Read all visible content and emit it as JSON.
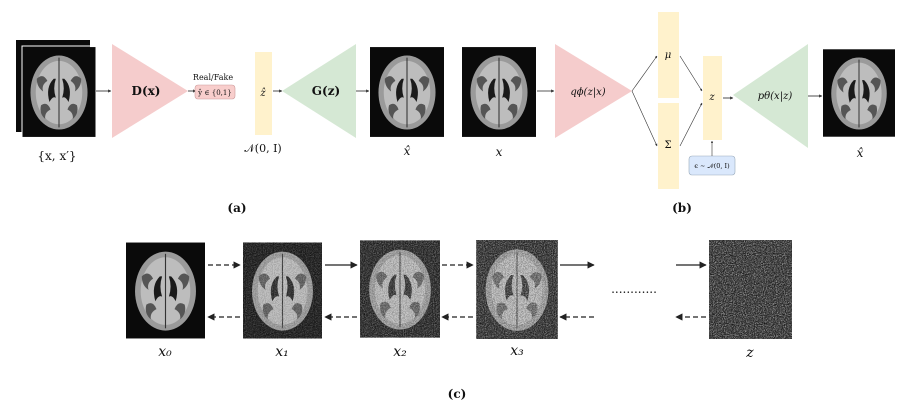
{
  "panel_a": {
    "input_label": "{x, x′}",
    "discriminator_label": "D(x)",
    "real_fake_label": "Real/Fake",
    "output_label": "ŷ ∈ {0,1}",
    "latent_label": "ẑ",
    "prior_label": "𝒩(0, I)",
    "generator_label": "G(z)",
    "generated_label": "x̂",
    "caption": "(a)"
  },
  "panel_b": {
    "input_label": "x",
    "encoder_label": "qϕ(z|x)",
    "mu_label": "μ",
    "sigma_label": "Σ",
    "z_label": "z",
    "eps_label": "ϵ ∼ 𝒩(0, I)",
    "decoder_label": "pθ(x|z)",
    "output_label": "x̂",
    "caption": "(b)"
  },
  "panel_c": {
    "step_labels": [
      "x₀",
      "x₁",
      "x₂",
      "x₃",
      "z"
    ],
    "ellipsis": "............",
    "caption": "(c)"
  },
  "colors": {
    "discriminator_fill": "#f5cccc",
    "generator_fill": "#d5e8d4",
    "latent_fill": "#fff2cc",
    "noise_fill": "#dae8fc",
    "output_fill": "#f8cecc"
  }
}
